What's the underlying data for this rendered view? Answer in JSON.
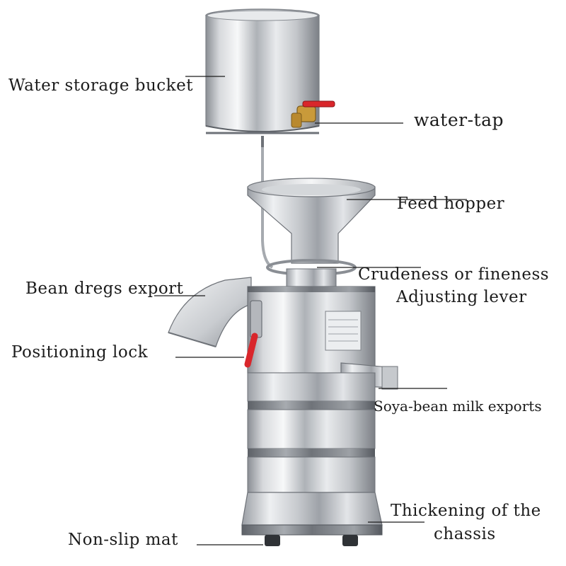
{
  "labels": {
    "water_storage_bucket": "Water storage bucket",
    "water_tap": "water-tap",
    "feed_hopper": "Feed hopper",
    "adjusting_lever_line1": "Crudeness or fineness",
    "adjusting_lever_line2": "Adjusting lever",
    "bean_dregs_export": "Bean dregs export",
    "positioning_lock": "Positioning lock",
    "soya_bean_milk_exports": "Soya-bean milk exports",
    "chassis_line1": "Thickening of the",
    "chassis_line2": "chassis",
    "non_slip_mat": "Non-slip mat"
  },
  "colors": {
    "steel_light": "#f2f3f5",
    "steel_mid": "#b9bcc1",
    "steel_dark": "#6e7278",
    "valve_red": "#d9262b",
    "brass": "#c99a3a",
    "leader_line": "#1c1c1c"
  }
}
